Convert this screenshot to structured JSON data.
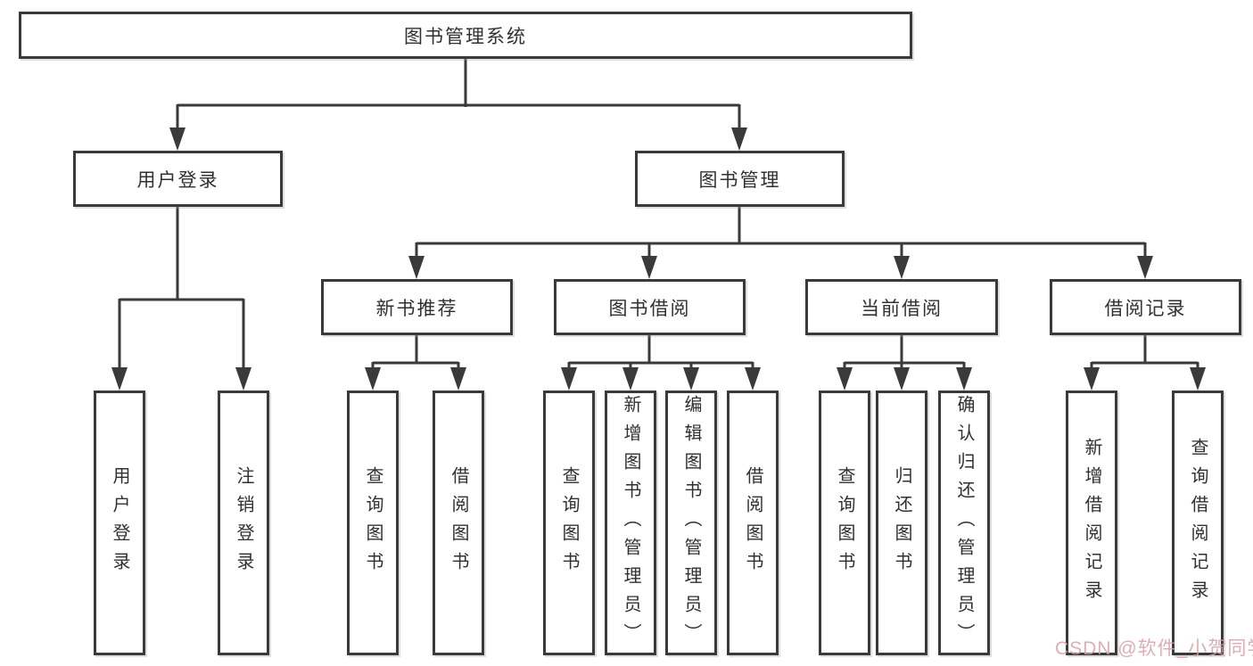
{
  "diagram": {
    "root": "图书管理系统",
    "level2": [
      "用户登录",
      "图书管理"
    ],
    "level3": [
      "新书推荐",
      "图书借阅",
      "当前借阅",
      "借阅记录"
    ],
    "leaves": {
      "user_login": [
        "用户登录",
        "注销登录"
      ],
      "new_book": [
        "查询图书",
        "借阅图书"
      ],
      "book_borrow": [
        "查询图书",
        "新增图书（管理员）",
        "编辑图书（管理员）",
        "借阅图书"
      ],
      "current_borrow": [
        "查询图书",
        "归还图书",
        "确认归还（管理员）"
      ],
      "borrow_record": [
        "新增借阅记录",
        "查询借阅记录"
      ]
    }
  },
  "watermark": {
    "text": "CSDN @软件_小贺同学",
    "color": "#d8a1a5"
  },
  "colors": {
    "line": "#3a3a3a",
    "text": "#303030",
    "box_fill": "#ffffff",
    "background": "#ffffff"
  }
}
